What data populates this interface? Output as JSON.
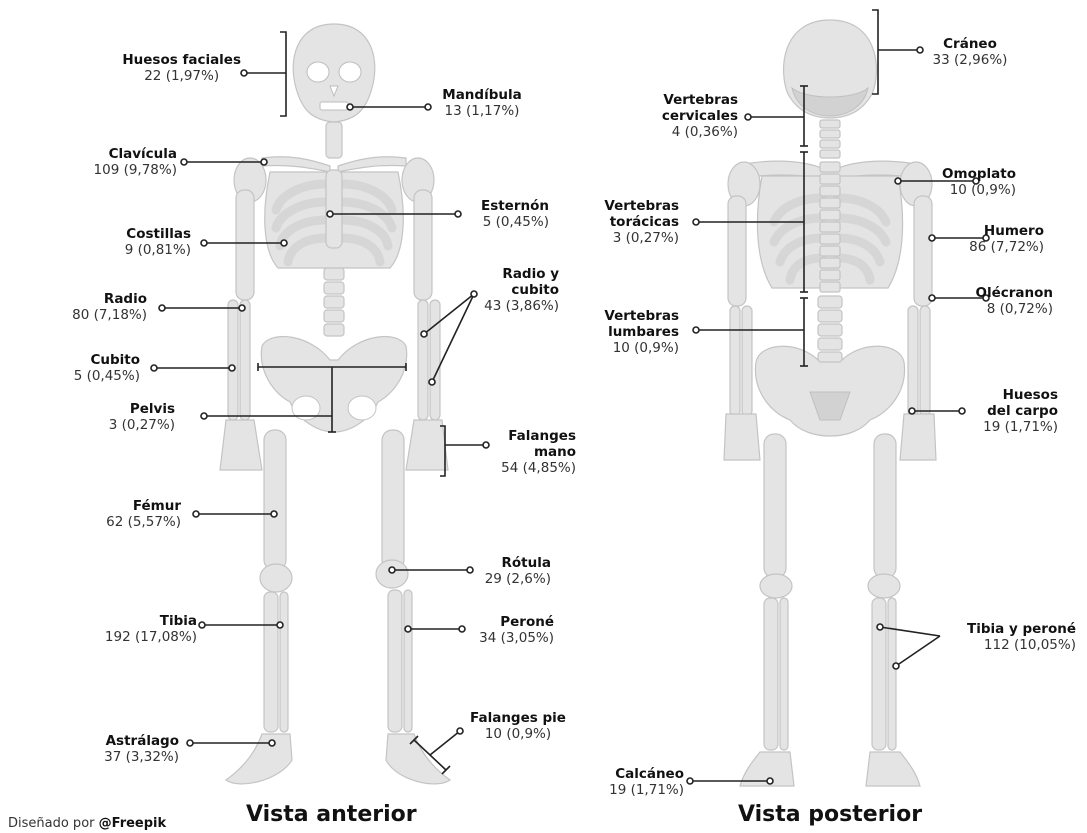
{
  "views": {
    "anterior": "Vista anterior",
    "posterior": "Vista posterior"
  },
  "credit": {
    "prefix": "Diseñado por",
    "author": "@Freepik"
  },
  "colors": {
    "bone": "#e4e4e4",
    "bone_stroke": "#c4c4c4",
    "bone_shadow": "#cfcfcf",
    "line": "#222222"
  },
  "anterior_labels": {
    "huesos_faciales": {
      "name": "Huesos faciales",
      "value": "22 (1,97%)"
    },
    "mandibula": {
      "name": "Mandíbula",
      "value": "13 (1,17%)"
    },
    "clavicula": {
      "name": "Clavícula",
      "value": "109 (9,78%)"
    },
    "esternon": {
      "name": "Esternón",
      "value": "5 (0,45%)"
    },
    "costillas": {
      "name": "Costillas",
      "value": "9 (0,81%)"
    },
    "radio_y_cubito": {
      "name1": "Radio y",
      "name2": "cubito",
      "value": "43 (3,86%)"
    },
    "radio": {
      "name": "Radio",
      "value": "80 (7,18%)"
    },
    "cubito": {
      "name": "Cubito",
      "value": "5 (0,45%)"
    },
    "pelvis": {
      "name": "Pelvis",
      "value": "3 (0,27%)"
    },
    "falanges_mano": {
      "name1": "Falanges",
      "name2": "mano",
      "value": "54 (4,85%)"
    },
    "femur": {
      "name": "Fémur",
      "value": "62 (5,57%)"
    },
    "rotula": {
      "name": "Rótula",
      "value": "29 (2,6%)"
    },
    "tibia": {
      "name": "Tibia",
      "value": "192 (17,08%)"
    },
    "perone": {
      "name": "Peroné",
      "value": "34 (3,05%)"
    },
    "falanges_pie": {
      "name": "Falanges pie",
      "value": "10 (0,9%)"
    },
    "astragalo": {
      "name": "Astrálago",
      "value": "37 (3,32%)"
    }
  },
  "posterior_labels": {
    "craneo": {
      "name": "Cráneo",
      "value": "33 (2,96%)"
    },
    "vertebras_cervicales": {
      "name1": "Vertebras",
      "name2": "cervicales",
      "value": "4 (0,36%)"
    },
    "omoplato": {
      "name": "Omoplato",
      "value": "10 (0,9%)"
    },
    "vertebras_toracicas": {
      "name1": "Vertebras",
      "name2": "torácicas",
      "value": "3 (0,27%)"
    },
    "humero": {
      "name": "Humero",
      "value": "86 (7,72%)"
    },
    "olecranon": {
      "name": "Olécranon",
      "value": "8 (0,72%)"
    },
    "vertebras_lumbares": {
      "name1": "Vertebras",
      "name2": "lumbares",
      "value": "10 (0,9%)"
    },
    "huesos_del_carpo": {
      "name1": "Huesos",
      "name2": "del carpo",
      "value": "19 (1,71%)"
    },
    "tibia_y_perone": {
      "name": "Tibia y peroné",
      "value": "112 (10,05%)"
    },
    "calcaneo": {
      "name": "Calcáneo",
      "value": "19 (1,71%)"
    }
  }
}
